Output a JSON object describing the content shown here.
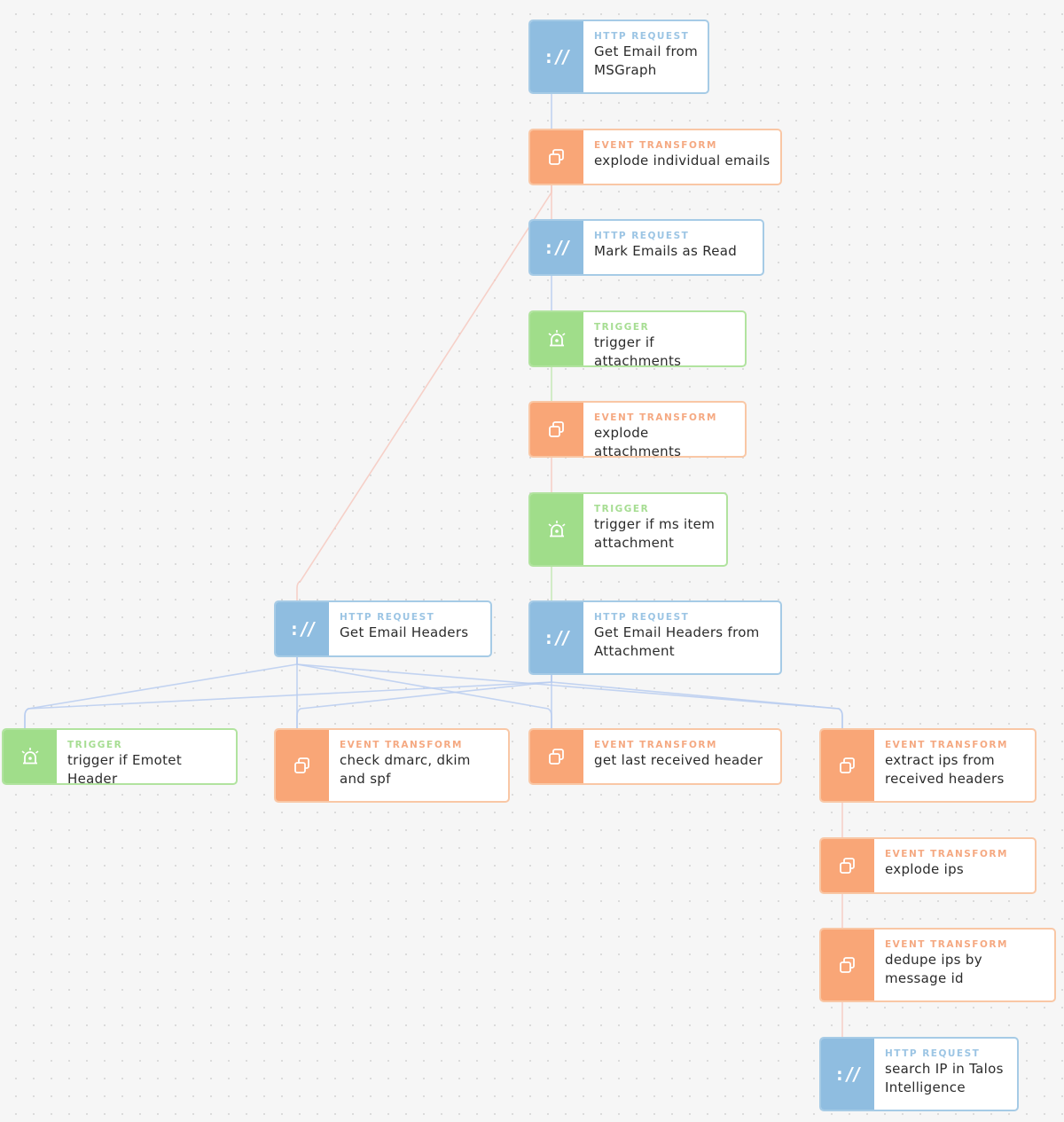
{
  "canvas": {
    "background": "#f6f6f6"
  },
  "colors": {
    "http_request": "#8fbde0",
    "event_transform": "#f9a677",
    "trigger": "#a0dd8a"
  },
  "icons": {
    "http_request": "http-request-icon",
    "event_transform": "event-transform-icon",
    "trigger": "trigger-alarm-icon"
  },
  "nodes": [
    {
      "id": "get-email-msgraph",
      "kind": "http",
      "type_label": "HTTP REQUEST",
      "name": "Get Email from MSGraph"
    },
    {
      "id": "explode-individual-emails",
      "kind": "transform",
      "type_label": "EVENT TRANSFORM",
      "name": "explode individual emails"
    },
    {
      "id": "mark-emails-read",
      "kind": "http",
      "type_label": "HTTP REQUEST",
      "name": "Mark Emails as Read"
    },
    {
      "id": "trigger-attachments",
      "kind": "trigger",
      "type_label": "TRIGGER",
      "name": "trigger if attachments"
    },
    {
      "id": "explode-attachments",
      "kind": "transform",
      "type_label": "EVENT TRANSFORM",
      "name": "explode attachments"
    },
    {
      "id": "trigger-ms-item",
      "kind": "trigger",
      "type_label": "TRIGGER",
      "name": "trigger if ms item attachment"
    },
    {
      "id": "get-email-headers",
      "kind": "http",
      "type_label": "HTTP REQUEST",
      "name": "Get Email Headers"
    },
    {
      "id": "get-headers-attachment",
      "kind": "http",
      "type_label": "HTTP REQUEST",
      "name": "Get Email Headers from Attachment"
    },
    {
      "id": "trigger-emotet",
      "kind": "trigger",
      "type_label": "TRIGGER",
      "name": "trigger if Emotet Header"
    },
    {
      "id": "check-dmarc",
      "kind": "transform",
      "type_label": "EVENT TRANSFORM",
      "name": "check dmarc, dkim and spf"
    },
    {
      "id": "get-last-received",
      "kind": "transform",
      "type_label": "EVENT TRANSFORM",
      "name": "get last received header"
    },
    {
      "id": "extract-ips",
      "kind": "transform",
      "type_label": "EVENT TRANSFORM",
      "name": "extract ips from received headers"
    },
    {
      "id": "explode-ips",
      "kind": "transform",
      "type_label": "EVENT TRANSFORM",
      "name": "explode ips"
    },
    {
      "id": "dedupe-ips",
      "kind": "transform",
      "type_label": "EVENT TRANSFORM",
      "name": "dedupe ips by message id"
    },
    {
      "id": "search-ip-talos",
      "kind": "http",
      "type_label": "HTTP REQUEST",
      "name": "search IP in Talos Intelligence"
    }
  ],
  "links": [
    {
      "from": "get-email-msgraph",
      "to": "explode-individual-emails"
    },
    {
      "from": "explode-individual-emails",
      "to": "mark-emails-read"
    },
    {
      "from": "explode-individual-emails",
      "to": "get-email-headers"
    },
    {
      "from": "mark-emails-read",
      "to": "trigger-attachments"
    },
    {
      "from": "trigger-attachments",
      "to": "explode-attachments"
    },
    {
      "from": "explode-attachments",
      "to": "trigger-ms-item"
    },
    {
      "from": "trigger-ms-item",
      "to": "get-headers-attachment"
    },
    {
      "from": "get-email-headers",
      "to": "trigger-emotet"
    },
    {
      "from": "get-email-headers",
      "to": "check-dmarc"
    },
    {
      "from": "get-email-headers",
      "to": "get-last-received"
    },
    {
      "from": "get-email-headers",
      "to": "extract-ips"
    },
    {
      "from": "get-headers-attachment",
      "to": "trigger-emotet"
    },
    {
      "from": "get-headers-attachment",
      "to": "check-dmarc"
    },
    {
      "from": "get-headers-attachment",
      "to": "get-last-received"
    },
    {
      "from": "get-headers-attachment",
      "to": "extract-ips"
    },
    {
      "from": "extract-ips",
      "to": "explode-ips"
    },
    {
      "from": "explode-ips",
      "to": "dedupe-ips"
    },
    {
      "from": "dedupe-ips",
      "to": "search-ip-talos"
    }
  ]
}
